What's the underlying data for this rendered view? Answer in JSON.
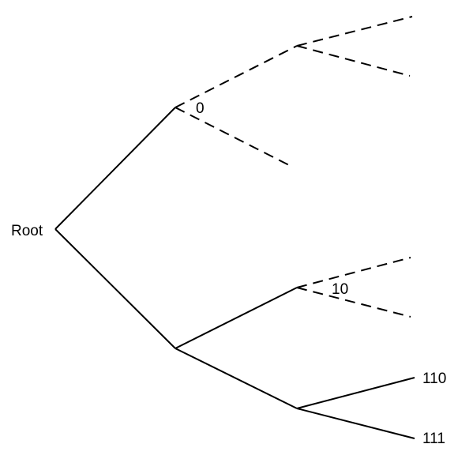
{
  "diagram": {
    "labels": {
      "root": "Root",
      "node_0": "0",
      "node_10": "10",
      "node_110": "110",
      "node_111": "111"
    },
    "colors": {
      "stroke": "#000000",
      "background": "#ffffff"
    }
  }
}
